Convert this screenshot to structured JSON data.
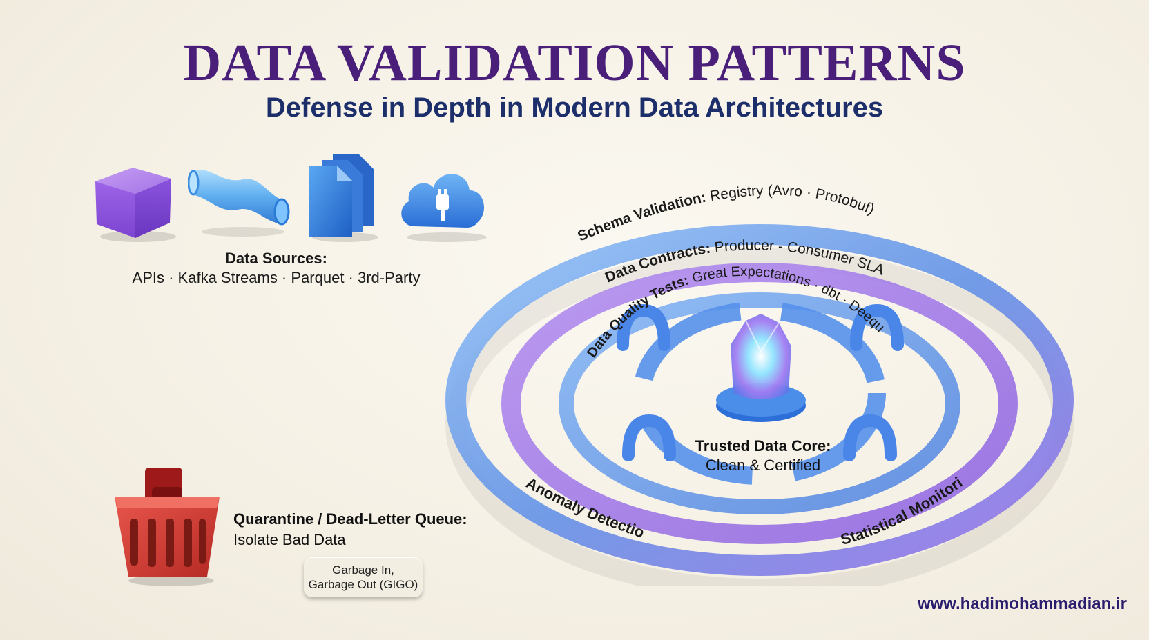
{
  "title": "DATA VALIDATION PATTERNS",
  "subtitle": "Defense in Depth in Modern Data Architectures",
  "sources": {
    "heading": "Data Sources:",
    "items": "APIs · Kafka Streams · Parquet · 3rd-Party",
    "icons": [
      "cube-icon",
      "stream-tube-icon",
      "parquet-file-icon",
      "cloud-plug-icon"
    ]
  },
  "rings": {
    "schema": {
      "label": "Schema Validation:",
      "detail": " Registry (Avro · Protobuf)"
    },
    "contracts": {
      "label": "Data Contracts:",
      "detail": " Producer - Consumer SLA"
    },
    "quality": {
      "label": "Data Quality Tests:",
      "detail": " Great Expectations · dbt · Deequ"
    },
    "anomaly": {
      "label": "Anomaly Detection:",
      "detail": "Statistical Monitoring"
    }
  },
  "core": {
    "heading": "Trusted Data Core:",
    "detail": "Clean & Certified"
  },
  "quarantine": {
    "heading": "Quarantine / Dead-Letter Queue:",
    "detail": "Isolate Bad Data"
  },
  "gigo": {
    "line1": "Garbage In,",
    "line2": "Garbage Out (GIGO)"
  },
  "url": "www.hadimohammadian.ir",
  "colors": {
    "title": "#4a1f7a",
    "subtitle": "#1d2f6b",
    "ring_blue": "#5f8fe6",
    "ring_purple": "#9b6ee8",
    "quarantine_red": "#d63a32"
  }
}
